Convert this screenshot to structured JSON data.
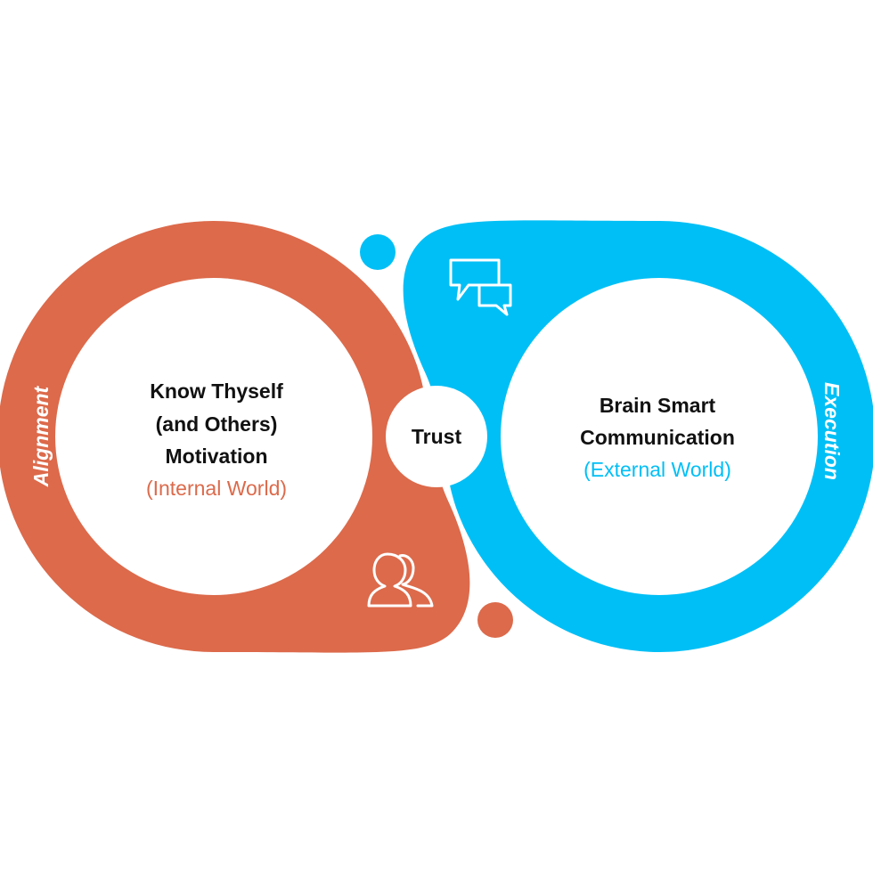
{
  "colors": {
    "left_accent": "#DC6A4B",
    "right_accent": "#00BFF6",
    "background": "#FFFFFF",
    "text_dark": "#111111",
    "label_light": "#FFFFFF"
  },
  "center": {
    "label": "Trust"
  },
  "left": {
    "side_label": "Alignment",
    "line1": "Know Thyself",
    "line2": "(and Others)",
    "line3": "Motivation",
    "subtitle": "(Internal World)",
    "icon": "people-icon"
  },
  "right": {
    "side_label": "Execution",
    "line1": "Brain Smart",
    "line2": "Communication",
    "subtitle": "(External World)",
    "icon": "chat-bubbles-icon"
  }
}
